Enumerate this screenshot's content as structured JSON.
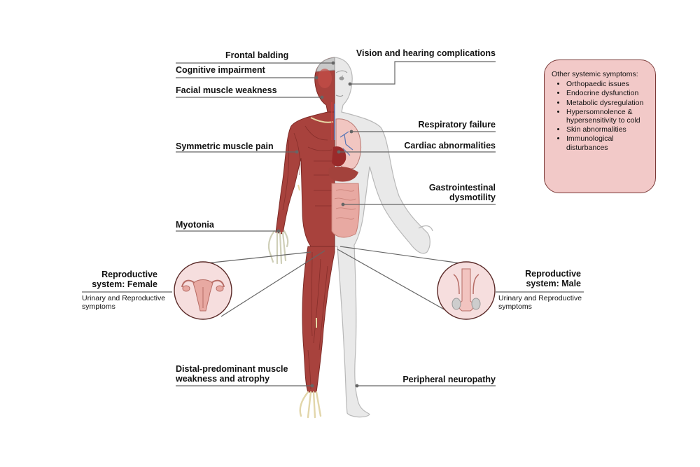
{
  "labels": {
    "frontal_balding": "Frontal balding",
    "cognitive_impairment": "Cognitive impairment",
    "facial_muscle_weakness": "Facial muscle weakness",
    "symmetric_muscle_pain": "Symmetric muscle pain",
    "myotonia": "Myotonia",
    "distal_weakness_line1": "Distal-predominant muscle",
    "distal_weakness_line2": "weakness and atrophy",
    "vision_hearing": "Vision and hearing complications",
    "respiratory_failure": "Respiratory failure",
    "cardiac_abnormalities": "Cardiac abnormalities",
    "gi_line1": "Gastrointestinal",
    "gi_line2": "dysmotility",
    "peripheral_neuropathy": "Peripheral neuropathy"
  },
  "reproductive": {
    "female": {
      "title_line1": "Reproductive",
      "title_line2": "system: Female",
      "sub_line1": "Urinary and Reproductive",
      "sub_line2": "symptoms"
    },
    "male": {
      "title_line1": "Reproductive",
      "title_line2": "system: Male",
      "sub_line1": "Urinary and Reproductive",
      "sub_line2": "symptoms"
    }
  },
  "systemic": {
    "title": "Other systemic symptoms:",
    "items": [
      "Orthopaedic issues",
      "Endocrine dysfunction",
      "Metabolic dysregulation",
      "Hypersomnolence & hypersensitivity to cold",
      "Skin abnormalities",
      "Immunological disturbances"
    ]
  },
  "colors": {
    "muscle": "#a8423d",
    "muscle_dark": "#7e2a26",
    "skin": "#e9e9e9",
    "skin_outline": "#b8b8b8",
    "box_fill": "#f2c9c8",
    "box_border": "#7a3a38",
    "inset_fill": "#f6dede",
    "organ_pink": "#e8a9a2",
    "lung": "#f1c6c1",
    "vessel_blue": "#5876b6",
    "line": "#555555"
  }
}
